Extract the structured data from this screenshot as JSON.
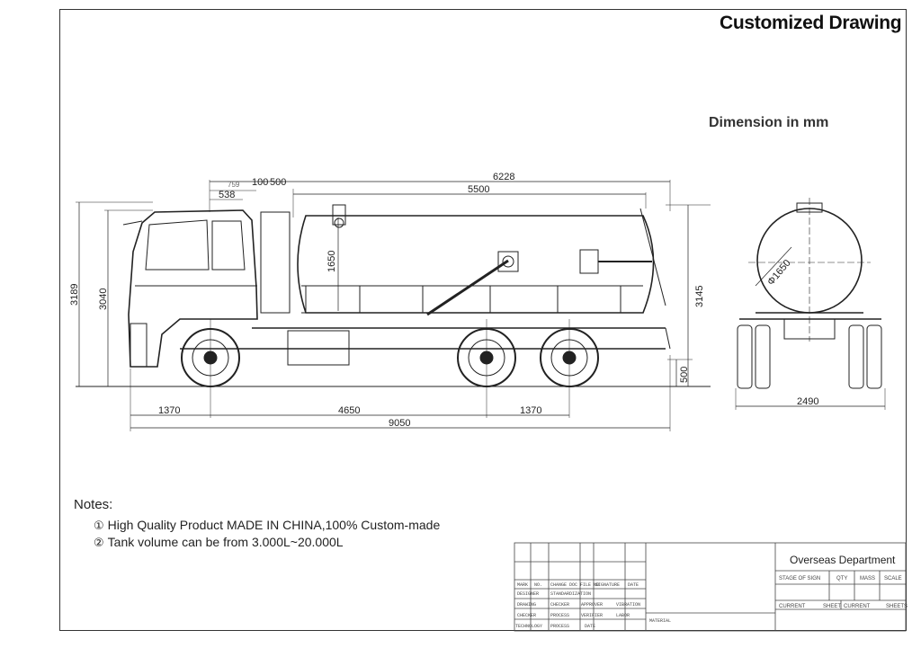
{
  "title": "Customized Drawing",
  "dimension_note": "Dimension in mm",
  "notes": {
    "heading": "Notes:",
    "items": [
      {
        "num": "①",
        "text": "High Quality Product MADE IN CHINA,100% Custom-made"
      },
      {
        "num": "②",
        "text": "Tank volume can be from 3.000L~20.000L"
      }
    ]
  },
  "dimensions": {
    "top_overall": "6228",
    "tank_length": "5500",
    "cab_offset_a": "759",
    "cab_offset_b": "538",
    "gap_a": "100",
    "gap_b": "500",
    "tank_height": "1650",
    "overall_height": "3189",
    "cab_height": "3040",
    "rear_height": "3145",
    "rear_clearance": "500",
    "front_overhang": "1370",
    "wheelbase": "4650",
    "rear_axle_spacing": "1370",
    "overall_length": "9050",
    "tank_diameter": "Φ1650",
    "overall_width": "2490"
  },
  "title_block": {
    "department": "Overseas Department",
    "header_cells": [
      "STAGE OF SIGN",
      "QTY",
      "MASS",
      "SCALE"
    ],
    "bottom_cells": [
      "CURRENT",
      "SHEET",
      "CURRENT",
      "SHEETS"
    ],
    "left_rows": [
      [
        "MARK",
        "NO.",
        "CHANGE DOC FILE NO",
        "SIGNATURE",
        "DATE"
      ],
      [
        "DESIGNER",
        "STANDARDIZATION",
        "",
        "",
        ""
      ],
      [
        "DRAWING",
        "CHECKER",
        "APPROVER",
        "VIBRATION",
        ""
      ],
      [
        "CHECKER",
        "PROCESS",
        "VERIFIER",
        "LABOR",
        ""
      ],
      [
        "TECHNOLOGY",
        "PROCESS",
        "DATE",
        "",
        ""
      ]
    ],
    "material_label": "MATERIAL"
  }
}
